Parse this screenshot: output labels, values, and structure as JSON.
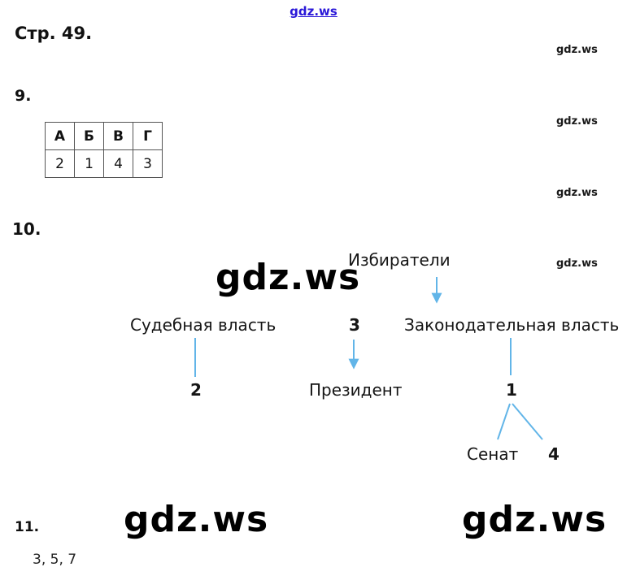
{
  "page": {
    "top_watermark": "gdz.ws",
    "title": "Стр. 49.",
    "side_watermark": "gdz.ws",
    "watermark_large": "gdz.ws"
  },
  "colors": {
    "diagram_line": "#62b5e8",
    "link": "#2a18d8"
  },
  "section9": {
    "label": "9.",
    "table": {
      "headers": [
        "А",
        "Б",
        "В",
        "Г"
      ],
      "values": [
        "2",
        "1",
        "4",
        "3"
      ]
    }
  },
  "section10": {
    "label": "10.",
    "diagram": {
      "voters": "Избиратели",
      "judicial": "Судебная власть",
      "center_number": "3",
      "legislative": "Законодательная власть",
      "judicial_number": "2",
      "president": "Президент",
      "legislative_number": "1",
      "senate": "Сенат",
      "senate_number": "4"
    }
  },
  "section11": {
    "label": "11.",
    "answer": "3, 5, 7"
  }
}
